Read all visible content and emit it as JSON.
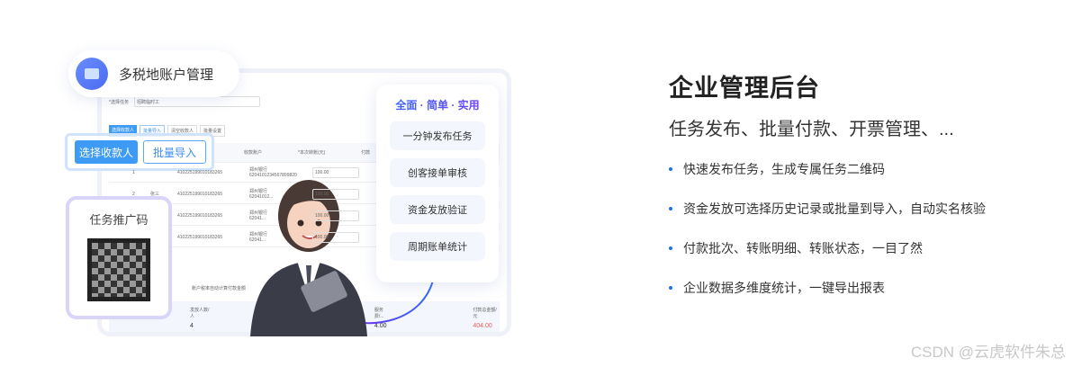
{
  "badge_title": "多税地账户管理",
  "mock": {
    "task_label": "*选择任务",
    "task_value": "招聘临时工",
    "tabs": [
      "选择收款人",
      "批量导入",
      "清空收款人",
      "批量设置"
    ],
    "headers": [
      "收款账户",
      "*本次转账(元)",
      "付款"
    ],
    "rows": [
      {
        "no": "1",
        "name": "",
        "id": "410225199010183265",
        "bank": "郑州银行",
        "acct": "6204101234567899820",
        "amount": "100.00"
      },
      {
        "no": "2",
        "name": "张三",
        "id": "410225199010183265",
        "bank": "郑州银行",
        "acct": "62041012...",
        "amount": "100.00"
      },
      {
        "no": "",
        "name": "",
        "id": "410225199010183265",
        "bank": "郑州银行",
        "acct": "62041...",
        "amount": "100.00"
      },
      {
        "no": "",
        "name": "",
        "id": "410225199010183265",
        "bank": "郑州银行",
        "acct": "62041...",
        "amount": "100.00"
      }
    ],
    "note": "账户税率自动计算付款金额",
    "stats": [
      {
        "label": "发放人数/人",
        "value": "4"
      },
      {
        "label": "服务费/...",
        "value": "4.00"
      },
      {
        "label": "付款总金额/元",
        "value": "404.00"
      }
    ]
  },
  "buttons": {
    "select_payee": "选择收款人",
    "batch_import": "批量导入"
  },
  "qr_title": "任务推广码",
  "card": {
    "heading": "全面 · 简单 · 实用",
    "items": [
      "一分钟发布任务",
      "创客接单审核",
      "资金发放验证",
      "周期账单统计"
    ]
  },
  "right": {
    "title": "企业管理后台",
    "subtitle": "任务发布、批量付款、开票管理、...",
    "bullets": [
      "快速发布任务，生成专属任务二维码",
      "资金发放可选择历史记录或批量到导入，自动实名核验",
      "付款批次、转账明细、转账状态，一目了然",
      "企业数据多维度统计，一键导出报表"
    ]
  },
  "watermark": "CSDN @云虎软件朱总",
  "colors": {
    "accent": "#3d9bf5",
    "bullet": "#1f6ff0",
    "total": "#f05a5a"
  }
}
